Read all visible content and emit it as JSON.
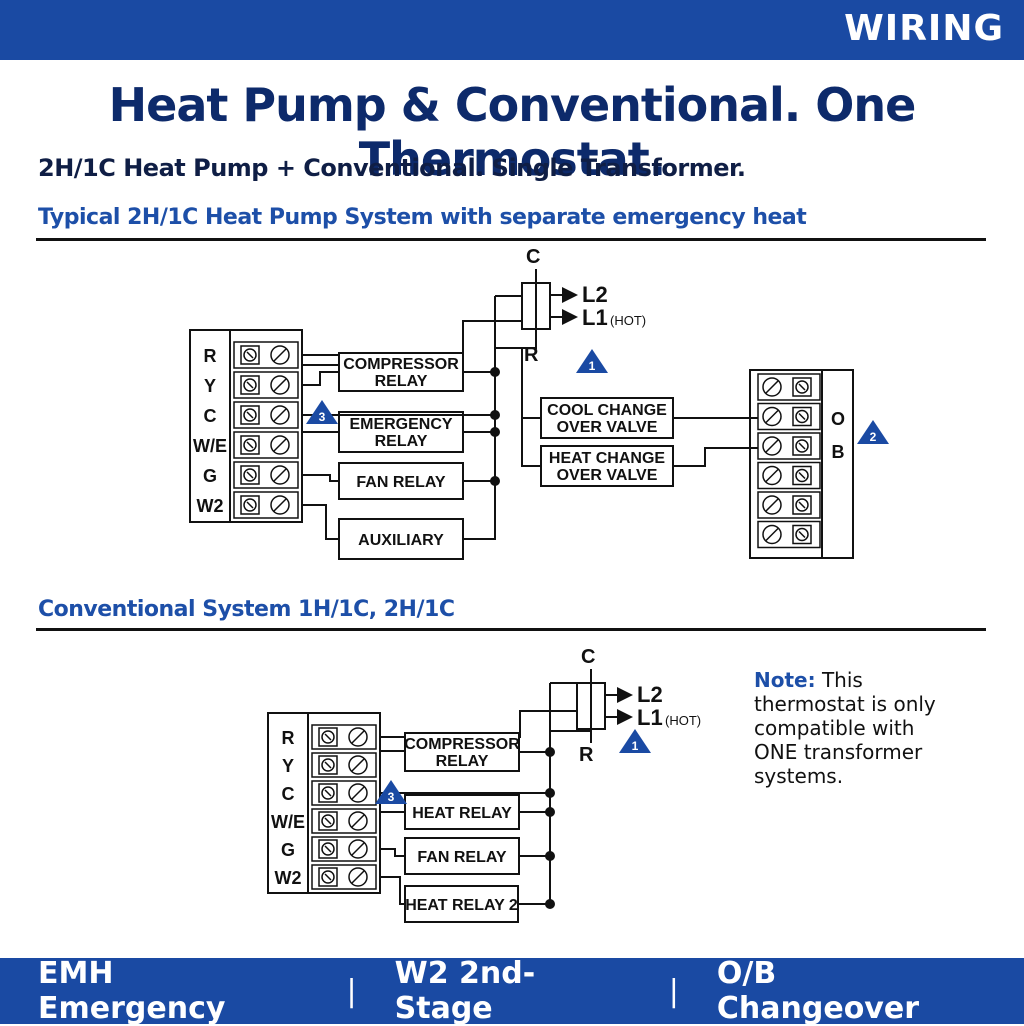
{
  "header": {
    "tag": "WIRING"
  },
  "title": "Heat Pump & Conventional. One Thermostat.",
  "subtitle": "2H/1C Heat Pump + Conventional. Single Transformer.",
  "section1": {
    "heading": "Typical 2H/1C Heat Pump System with separate emergency heat",
    "terminals": [
      "R",
      "Y",
      "C",
      "W/E",
      "G",
      "W2"
    ],
    "relays": [
      {
        "line1": "COMPRESSOR",
        "line2": "RELAY"
      },
      {
        "line1": "EMERGENCY",
        "line2": "RELAY"
      },
      {
        "line1": "FAN RELAY",
        "line2": ""
      },
      {
        "line1": "AUXILIARY",
        "line2": ""
      }
    ],
    "valves": [
      {
        "line1": "COOL CHANGE",
        "line2": "OVER VALVE"
      },
      {
        "line1": "HEAT CHANGE",
        "line2": "OVER VALVE"
      }
    ],
    "transformer": {
      "c": "C",
      "r": "R",
      "l2": "L2",
      "l1": "L1",
      "hot": "(HOT)"
    },
    "ob_labels": [
      "O",
      "B"
    ],
    "markers": [
      "1",
      "2",
      "3"
    ]
  },
  "section2": {
    "heading": "Conventional System 1H/1C, 2H/1C",
    "terminals": [
      "R",
      "Y",
      "C",
      "W/E",
      "G",
      "W2"
    ],
    "relays": [
      {
        "line1": "COMPRESSOR",
        "line2": "RELAY"
      },
      {
        "line1": "HEAT RELAY",
        "line2": ""
      },
      {
        "line1": "FAN RELAY",
        "line2": ""
      },
      {
        "line1": "HEAT RELAY 2",
        "line2": ""
      }
    ],
    "transformer": {
      "c": "C",
      "r": "R",
      "l2": "L2",
      "l1": "L1",
      "hot": "(HOT)"
    },
    "markers": [
      "1",
      "3"
    ]
  },
  "note": {
    "label": "Note:",
    "text": "This thermostat is only compatible with ONE transformer systems."
  },
  "legend": [
    "EMH  Emergency",
    "W2  2nd-Stage",
    "O/B Changeover"
  ],
  "colors": {
    "brand": "#1a4aa3",
    "title": "#0d2a6b",
    "heading": "#1d4fa8"
  }
}
